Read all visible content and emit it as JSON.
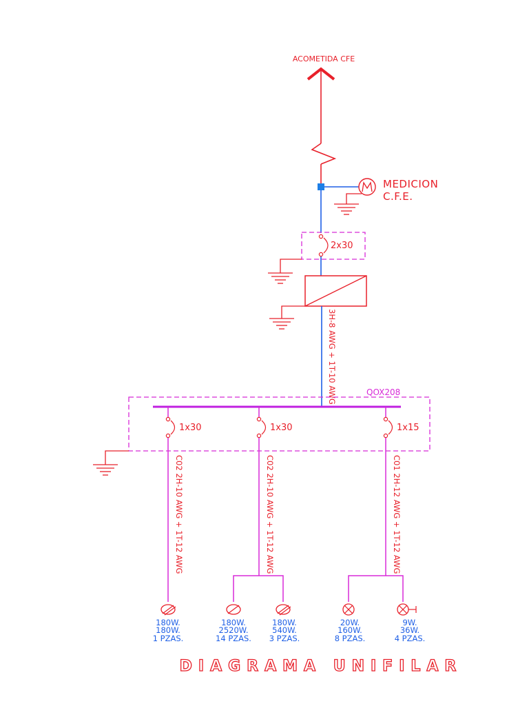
{
  "title": "DIAGRAMA UNIFILAR",
  "service_entry": "ACOMETIDA CFE",
  "meter": {
    "line1": "MEDICION",
    "line2": "C.F.E."
  },
  "main_breaker": "2x30",
  "main_feeder": "3H-8 AWG + 1T-10 AWG",
  "panel": "QOX208",
  "circuits": [
    {
      "breaker": "1x30",
      "feeder": "C02   2H-10 AWG + 1T-12 AWG",
      "loads": [
        {
          "line1": "180W.",
          "line2": "180W.",
          "line3": "1 PZAS."
        }
      ]
    },
    {
      "breaker": "1x30",
      "feeder": "C02   2H-10 AWG + 1T-12 AWG",
      "loads": [
        {
          "line1": "180W.",
          "line2": "2520W.",
          "line3": "14 PZAS."
        },
        {
          "line1": "180W.",
          "line2": "540W.",
          "line3": "3 PZAS."
        }
      ]
    },
    {
      "breaker": "1x15",
      "feeder": "C01   2H-12 AWG + 1T-12 AWG",
      "loads": [
        {
          "line1": "20W.",
          "line2": "160W.",
          "line3": "8 PZAS."
        },
        {
          "line1": "9W.",
          "line2": "36W.",
          "line3": "4 PZAS."
        }
      ]
    }
  ],
  "colors": {
    "red": "#e8202a",
    "blue": "#1e5fe6",
    "magenta": "#d82ad8",
    "bus": "#c020e0",
    "node": "#1e7fe6"
  },
  "icons": [
    "up-arrow-icon",
    "break-zigzag-icon",
    "meter-icon",
    "ground-icon",
    "breaker-icon",
    "transformer-icon",
    "lamp-icon",
    "outlet-icon"
  ]
}
